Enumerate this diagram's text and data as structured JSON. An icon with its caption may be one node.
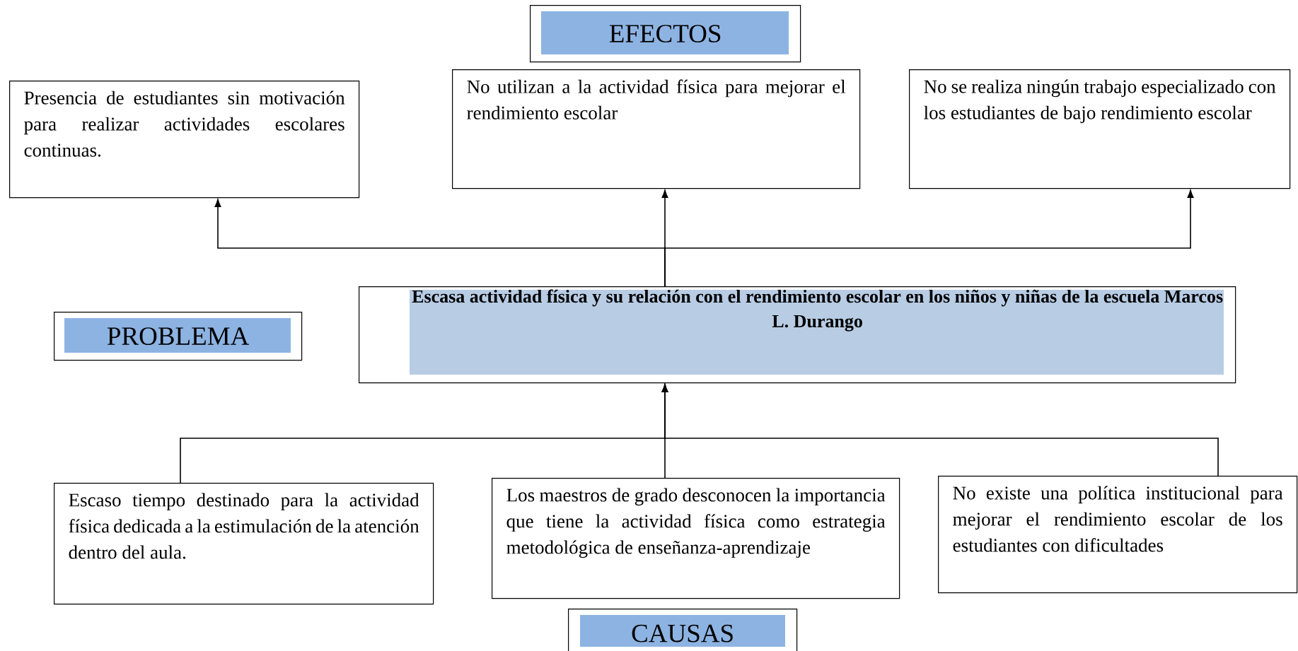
{
  "diagram": {
    "nodes": [
      {
        "text": [
          "EFECTOS"
        ]
      },
      {
        "text": [
          "Presencia de estudiantes sin motivación para realizar actividades escolares continuas."
        ]
      },
      {
        "text": [
          "No utilizan a la actividad física para mejorar el rendimiento escolar"
        ]
      },
      {
        "text": [
          "No se realiza ningún trabajo especializado con los estudiantes de bajo rendimiento escolar"
        ]
      },
      {
        "text": [
          "PROBLEMA"
        ]
      },
      {
        "text": [
          "Escasa actividad física y su relación con el rendimiento escolar en los niños y niñas de la escuela Marcos L. Durango"
        ]
      },
      {
        "text": [
          "Escaso tiempo destinado para la actividad física dedicada a la estimulación de la atención dentro del aula."
        ]
      },
      {
        "text": [
          "Los maestros de grado desconocen la importancia que tiene la actividad física como estrategia metodológica de enseñanza-aprendizaje"
        ]
      },
      {
        "text": [
          "No existe una política institucional para mejorar el rendimiento escolar de los estudiantes con dificultades"
        ]
      },
      {
        "text": [
          "CAUSAS"
        ]
      }
    ],
    "edges": [
      {
        "from": 5,
        "to": 1,
        "arrow": "to"
      },
      {
        "from": 5,
        "to": 2,
        "arrow": "to"
      },
      {
        "from": 5,
        "to": 3,
        "arrow": "to"
      },
      {
        "from": 6,
        "to": 5,
        "arrow": "to"
      },
      {
        "from": 7,
        "to": 5,
        "arrow": "to"
      },
      {
        "from": 8,
        "to": 5,
        "arrow": "to"
      }
    ]
  }
}
